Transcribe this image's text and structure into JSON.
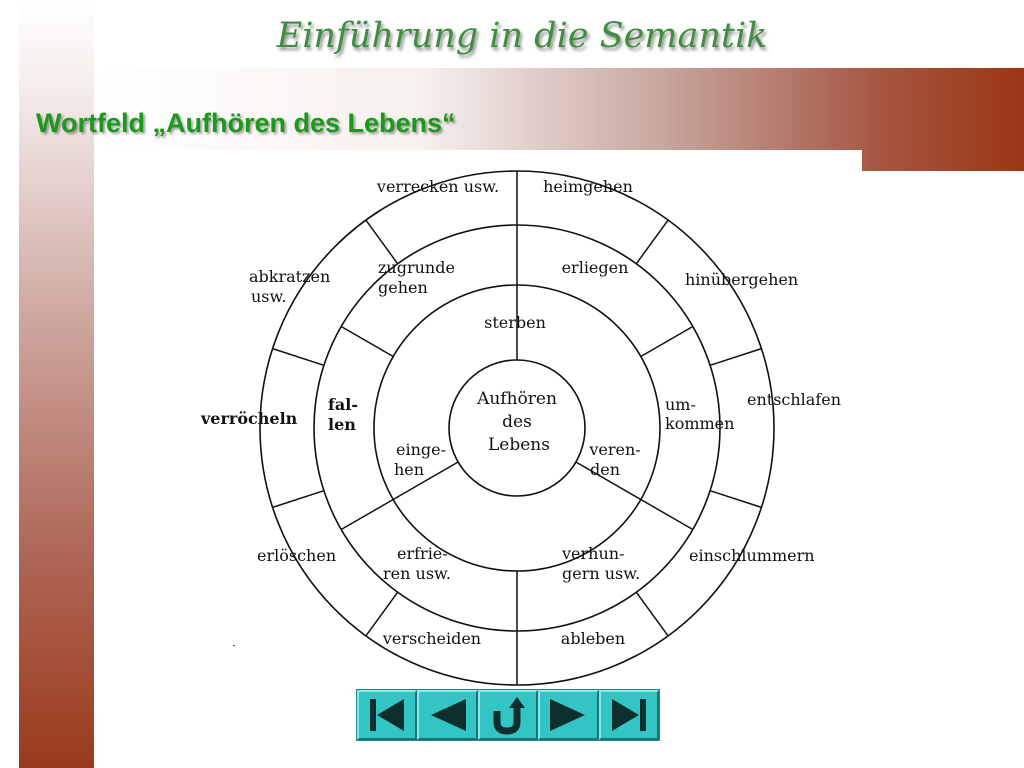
{
  "header": {
    "title": "Einführung in die Semantik"
  },
  "slide": {
    "title": "Wortfeld „Aufhören des Lebens“"
  },
  "diagram": {
    "center": [
      "Aufhören",
      "des",
      "Lebens"
    ],
    "inner_ring": {
      "top": "sterben",
      "left": [
        "einge-",
        "hen"
      ],
      "right": [
        "veren-",
        "den"
      ]
    },
    "middle_ring": {
      "top_left": [
        "zugrunde",
        "gehen"
      ],
      "top_right": "erliegen",
      "left": [
        "fal-",
        "len"
      ],
      "right": [
        "um-",
        "kommen"
      ],
      "bottom_left": [
        "erfrie-",
        "ren usw."
      ],
      "bottom_right": [
        "verhun-",
        "gern usw."
      ]
    },
    "outer_ring": {
      "top_left": "verrecken usw.",
      "top_right": "heimgehen",
      "right_upper": "hinübergehen",
      "right": "entschlafen",
      "right_lower": "einschlummern",
      "bottom_right": "ableben",
      "bottom_left": "verscheiden",
      "left_lower": "erlöschen",
      "left": "verröcheln",
      "left_upper": [
        "abkratzen",
        "usw."
      ]
    }
  },
  "navigation": {
    "buttons": [
      {
        "name": "first-slide",
        "icon": "skip-back-icon"
      },
      {
        "name": "previous-slide",
        "icon": "triangle-left-icon"
      },
      {
        "name": "return",
        "icon": "u-turn-arrow-icon"
      },
      {
        "name": "next-slide",
        "icon": "triangle-right-icon"
      },
      {
        "name": "last-slide",
        "icon": "skip-forward-icon"
      }
    ],
    "colors": {
      "face": "#33c4c4",
      "glyph": "#0d2f2f",
      "highlight": "#8fe6e6",
      "shadow": "#167676"
    }
  },
  "colors": {
    "title_green": "#1a9a1a",
    "header_green": "#3f8f3f",
    "accent_brown": "#9b3614"
  }
}
